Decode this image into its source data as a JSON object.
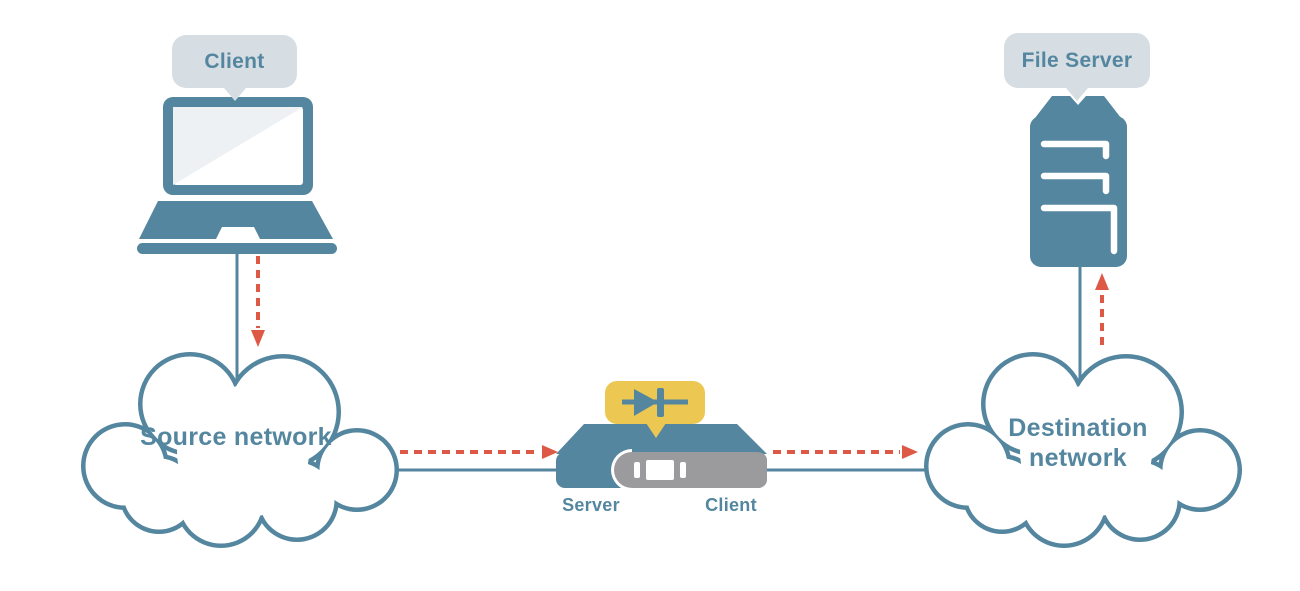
{
  "diagram": {
    "client": {
      "label": "Client",
      "icon": "laptop-icon"
    },
    "file_server": {
      "label": "File Server",
      "icon": "server-tower-icon"
    },
    "source_network": {
      "label": "Source network",
      "icon": "cloud-icon"
    },
    "destination_network": {
      "label": "Destination network",
      "icon": "cloud-icon"
    },
    "appliance": {
      "server_label": "Server",
      "client_label": "Client",
      "badge_icon": "diode-symbol-icon"
    },
    "arrows": {
      "style": "red-dashed-one-way",
      "link_style": "teal-solid-line"
    }
  },
  "colors": {
    "teal": "#54869F",
    "red": "#DE5945",
    "yellow": "#ECC853",
    "bubble": "#D6DEE3",
    "gray": "#9B9A9D",
    "shade": "#EEF1F4",
    "bg": "#FFFFFF"
  }
}
